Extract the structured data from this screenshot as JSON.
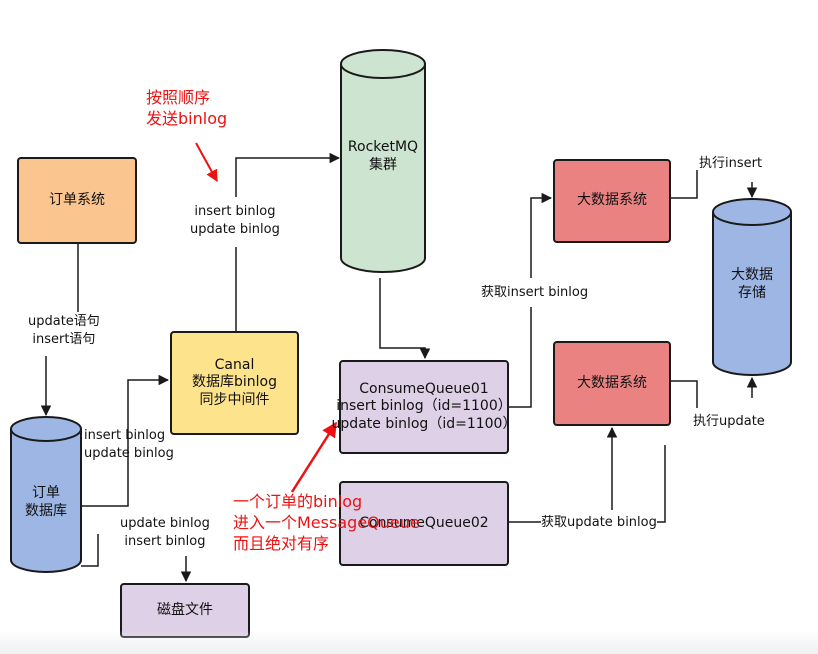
{
  "nodes": {
    "order_system": "订单系统",
    "canal": [
      "Canal",
      "数据库binlog",
      "同步中间件"
    ],
    "rocketmq": [
      "RocketMQ",
      "集群"
    ],
    "order_db": [
      "订单",
      "数据库"
    ],
    "disk_file": "磁盘文件",
    "consume_queue_01": [
      "ConsumeQueue01",
      "insert binlog（id=1100）",
      "update binlog（id=1100）"
    ],
    "consume_queue_02": "ConsumeQueue02",
    "bigdata_system_1": "大数据系统",
    "bigdata_system_2": "大数据系统",
    "bigdata_storage": [
      "大数据",
      "存储"
    ]
  },
  "edge_labels": {
    "order_to_db": [
      "update语句",
      "insert语句"
    ],
    "db_to_canal": [
      "insert binlog",
      "update binlog"
    ],
    "db_to_disk": [
      "update binlog",
      "insert binlog"
    ],
    "canal_to_mq": [
      "insert binlog",
      "update binlog"
    ],
    "cq01_to_bigdata": "获取insert binlog",
    "cq02_to_bigdata": "获取update binlog",
    "bigdata1_to_storage": "执行insert",
    "bigdata2_to_storage": "执行update"
  },
  "annotations": {
    "send_in_order": [
      "按照顺序",
      "发送binlog"
    ],
    "one_order_queue": [
      "一个订单的binlog",
      "进入一个MessageQueue",
      "而且绝对有序"
    ]
  },
  "colors": {
    "orange": "#fbc58f",
    "yellow": "#fee38d",
    "green": "#cde5d0",
    "blue": "#9db6e4",
    "purple": "#ded0e6",
    "red_box": "#ea8282",
    "annotation_red": "#ee1111"
  }
}
